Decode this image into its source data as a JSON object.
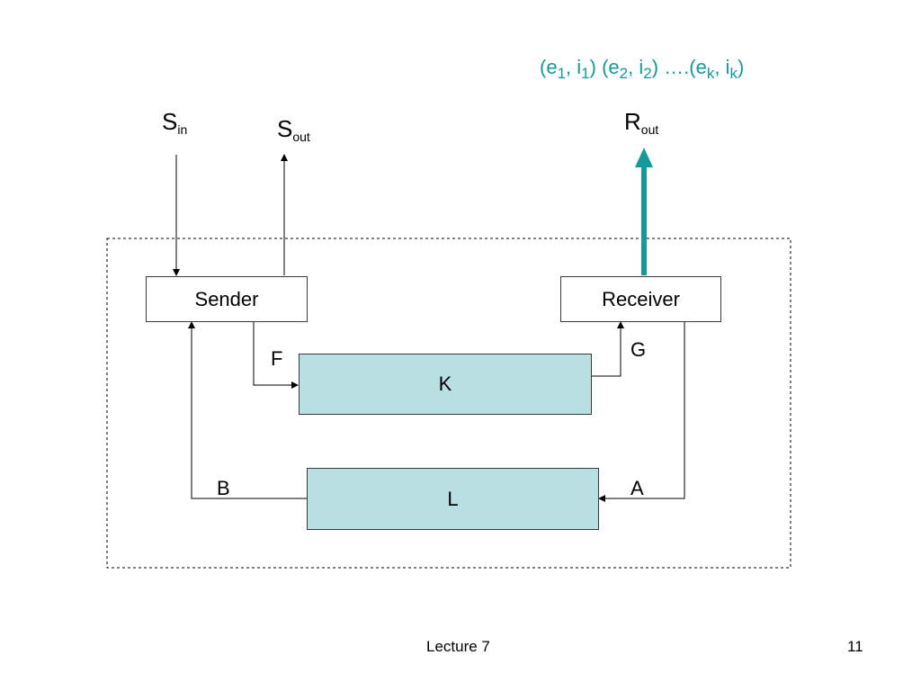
{
  "colors": {
    "accent": "#149a9a",
    "channel_fill": "#b8dfe2",
    "line": "#000000"
  },
  "trace": {
    "p1": "(e",
    "s1": "1",
    "p2": ", i",
    "s2": "1",
    "p3": ") (e",
    "s3": "2",
    "p4": ", i",
    "s4": "2",
    "p5": ") ….(e",
    "s5": "k",
    "p6": ", i",
    "s6": "k",
    "p7": ")"
  },
  "labels": {
    "s_in_main": "S",
    "s_in_sub": "in",
    "s_out_main": "S",
    "s_out_sub": "out",
    "r_out_main": "R",
    "r_out_sub": "out",
    "f": "F",
    "g": "G",
    "b": "B",
    "a": "A"
  },
  "boxes": {
    "sender": "Sender",
    "receiver": "Receiver",
    "k": "K",
    "l": "L"
  },
  "footer": {
    "lecture": "Lecture 7",
    "page": "11"
  }
}
